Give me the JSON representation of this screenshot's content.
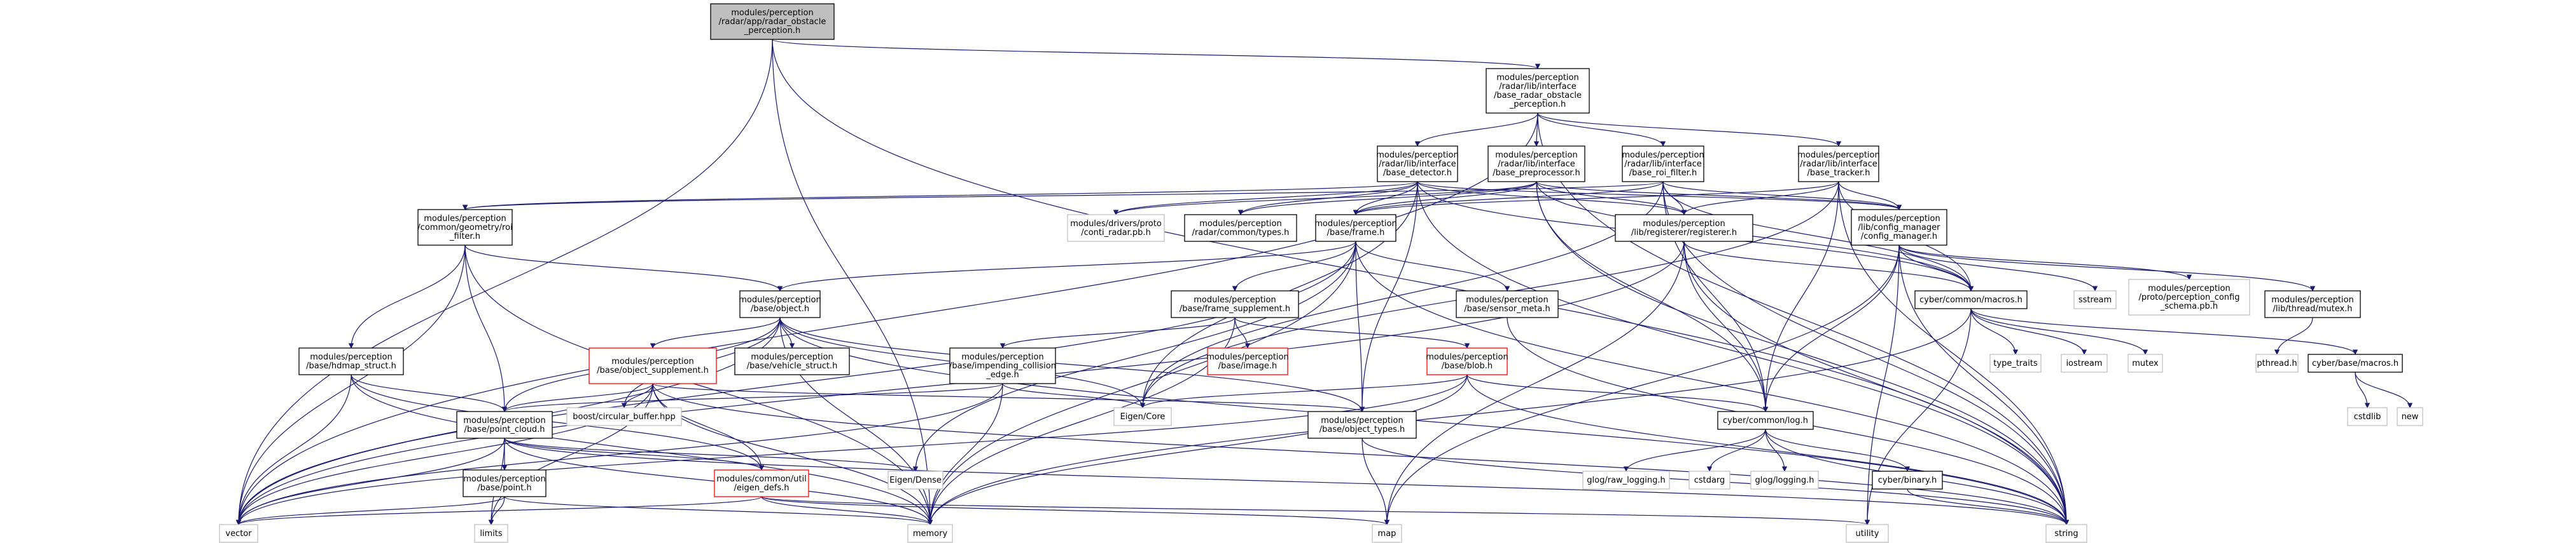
{
  "nodes": [
    {
      "id": "root",
      "lines": [
        "modules/perception",
        "/radar/app/radar_obstacle",
        "_perception.h"
      ],
      "style": "root"
    },
    {
      "id": "base_radar",
      "lines": [
        "modules/perception",
        "/radar/lib/interface",
        "/base_radar_obstacle",
        "_perception.h"
      ],
      "style": "normal"
    },
    {
      "id": "base_detector",
      "lines": [
        "modules/perception",
        "/radar/lib/interface",
        "/base_detector.h"
      ],
      "style": "normal"
    },
    {
      "id": "base_preprocessor",
      "lines": [
        "modules/perception",
        "/radar/lib/interface",
        "/base_preprocessor.h"
      ],
      "style": "normal"
    },
    {
      "id": "base_roi_filter",
      "lines": [
        "modules/perception",
        "/radar/lib/interface",
        "/base_roi_filter.h"
      ],
      "style": "normal"
    },
    {
      "id": "base_tracker",
      "lines": [
        "modules/perception",
        "/radar/lib/interface",
        "/base_tracker.h"
      ],
      "style": "normal"
    },
    {
      "id": "roi_filter",
      "lines": [
        "modules/perception",
        "/common/geometry/roi",
        "_filter.h"
      ],
      "style": "normal"
    },
    {
      "id": "conti_radar",
      "lines": [
        "modules/drivers/proto",
        "/conti_radar.pb.h"
      ],
      "style": "gray"
    },
    {
      "id": "radar_types",
      "lines": [
        "modules/perception",
        "/radar/common/types.h"
      ],
      "style": "normal"
    },
    {
      "id": "frame",
      "lines": [
        "modules/perception",
        "/base/frame.h"
      ],
      "style": "normal"
    },
    {
      "id": "registerer",
      "lines": [
        "modules/perception",
        "/lib/registerer/registerer.h"
      ],
      "style": "normal"
    },
    {
      "id": "config_manager",
      "lines": [
        "modules/perception",
        "/lib/config_manager",
        "/config_manager.h"
      ],
      "style": "normal"
    },
    {
      "id": "object",
      "lines": [
        "modules/perception",
        "/base/object.h"
      ],
      "style": "normal"
    },
    {
      "id": "frame_supplement",
      "lines": [
        "modules/perception",
        "/base/frame_supplement.h"
      ],
      "style": "normal"
    },
    {
      "id": "sensor_meta",
      "lines": [
        "modules/perception",
        "/base/sensor_meta.h"
      ],
      "style": "normal"
    },
    {
      "id": "cyber_macros",
      "lines": [
        "cyber/common/macros.h"
      ],
      "style": "normal"
    },
    {
      "id": "sstream",
      "lines": [
        "sstream"
      ],
      "style": "gray"
    },
    {
      "id": "perception_config_schema",
      "lines": [
        "modules/perception",
        "/proto/perception_config",
        "_schema.pb.h"
      ],
      "style": "gray"
    },
    {
      "id": "thread_mutex",
      "lines": [
        "modules/perception",
        "/lib/thread/mutex.h"
      ],
      "style": "normal"
    },
    {
      "id": "hdmap_struct",
      "lines": [
        "modules/perception",
        "/base/hdmap_struct.h"
      ],
      "style": "normal"
    },
    {
      "id": "object_supplement",
      "lines": [
        "modules/perception",
        "/base/object_supplement.h"
      ],
      "style": "red"
    },
    {
      "id": "vehicle_struct",
      "lines": [
        "modules/perception",
        "/base/vehicle_struct.h"
      ],
      "style": "normal"
    },
    {
      "id": "impending_collision",
      "lines": [
        "modules/perception",
        "/base/impending_collision",
        "_edge.h"
      ],
      "style": "normal"
    },
    {
      "id": "base_image",
      "lines": [
        "modules/perception",
        "/base/image.h"
      ],
      "style": "red"
    },
    {
      "id": "blob",
      "lines": [
        "modules/perception",
        "/base/blob.h"
      ],
      "style": "red"
    },
    {
      "id": "type_traits",
      "lines": [
        "type_traits"
      ],
      "style": "gray"
    },
    {
      "id": "iostream",
      "lines": [
        "iostream"
      ],
      "style": "gray"
    },
    {
      "id": "mutex",
      "lines": [
        "mutex"
      ],
      "style": "gray"
    },
    {
      "id": "cyber_base_macros",
      "lines": [
        "cyber/base/macros.h"
      ],
      "style": "normal"
    },
    {
      "id": "pthread",
      "lines": [
        "pthread.h"
      ],
      "style": "gray"
    },
    {
      "id": "cstdlib",
      "lines": [
        "cstdlib"
      ],
      "style": "gray"
    },
    {
      "id": "new",
      "lines": [
        "new"
      ],
      "style": "gray"
    },
    {
      "id": "boost_cb",
      "lines": [
        "boost/circular_buffer.hpp"
      ],
      "style": "gray"
    },
    {
      "id": "eigen_core",
      "lines": [
        "Eigen/Core"
      ],
      "style": "gray"
    },
    {
      "id": "point_cloud",
      "lines": [
        "modules/perception",
        "/base/point_cloud.h"
      ],
      "style": "normal"
    },
    {
      "id": "object_types",
      "lines": [
        "modules/perception",
        "/base/object_types.h"
      ],
      "style": "normal"
    },
    {
      "id": "cyber_log",
      "lines": [
        "cyber/common/log.h"
      ],
      "style": "normal"
    },
    {
      "id": "eigen_dense",
      "lines": [
        "Eigen/Dense"
      ],
      "style": "gray"
    },
    {
      "id": "base_point",
      "lines": [
        "modules/perception",
        "/base/point.h"
      ],
      "style": "normal"
    },
    {
      "id": "eigen_defs",
      "lines": [
        "modules/common/util",
        "/eigen_defs.h"
      ],
      "style": "red"
    },
    {
      "id": "glog_raw",
      "lines": [
        "glog/raw_logging.h"
      ],
      "style": "gray"
    },
    {
      "id": "cstdarg",
      "lines": [
        "cstdarg"
      ],
      "style": "gray"
    },
    {
      "id": "glog",
      "lines": [
        "glog/logging.h"
      ],
      "style": "gray"
    },
    {
      "id": "cyber_binary",
      "lines": [
        "cyber/binary.h"
      ],
      "style": "normal"
    },
    {
      "id": "vector",
      "lines": [
        "vector"
      ],
      "style": "gray"
    },
    {
      "id": "limits",
      "lines": [
        "limits"
      ],
      "style": "gray"
    },
    {
      "id": "memory",
      "lines": [
        "memory"
      ],
      "style": "gray"
    },
    {
      "id": "map",
      "lines": [
        "map"
      ],
      "style": "gray"
    },
    {
      "id": "utility",
      "lines": [
        "utility"
      ],
      "style": "gray"
    },
    {
      "id": "string",
      "lines": [
        "string"
      ],
      "style": "gray"
    }
  ],
  "edges": [
    [
      "root",
      "base_radar"
    ],
    [
      "root",
      "vector"
    ],
    [
      "root",
      "memory"
    ],
    [
      "root",
      "string"
    ],
    [
      "base_radar",
      "base_detector"
    ],
    [
      "base_radar",
      "base_preprocessor"
    ],
    [
      "base_radar",
      "base_roi_filter"
    ],
    [
      "base_radar",
      "base_tracker"
    ],
    [
      "base_radar",
      "vector"
    ],
    [
      "base_radar",
      "string"
    ],
    [
      "base_detector",
      "roi_filter"
    ],
    [
      "base_detector",
      "conti_radar"
    ],
    [
      "base_detector",
      "radar_types"
    ],
    [
      "base_detector",
      "frame"
    ],
    [
      "base_detector",
      "registerer"
    ],
    [
      "base_detector",
      "config_manager"
    ],
    [
      "base_detector",
      "cyber_macros"
    ],
    [
      "base_detector",
      "eigen_core"
    ],
    [
      "base_detector",
      "object_types"
    ],
    [
      "base_detector",
      "string"
    ],
    [
      "base_preprocessor",
      "conti_radar"
    ],
    [
      "base_preprocessor",
      "radar_types"
    ],
    [
      "base_preprocessor",
      "frame"
    ],
    [
      "base_preprocessor",
      "registerer"
    ],
    [
      "base_preprocessor",
      "config_manager"
    ],
    [
      "base_preprocessor",
      "cyber_macros"
    ],
    [
      "base_preprocessor",
      "cyber_log"
    ],
    [
      "base_preprocessor",
      "string"
    ],
    [
      "base_roi_filter",
      "roi_filter"
    ],
    [
      "base_roi_filter",
      "frame"
    ],
    [
      "base_roi_filter",
      "registerer"
    ],
    [
      "base_roi_filter",
      "config_manager"
    ],
    [
      "base_roi_filter",
      "cyber_macros"
    ],
    [
      "base_roi_filter",
      "cyber_log"
    ],
    [
      "base_roi_filter",
      "eigen_core"
    ],
    [
      "base_roi_filter",
      "string"
    ],
    [
      "base_tracker",
      "frame"
    ],
    [
      "base_tracker",
      "registerer"
    ],
    [
      "base_tracker",
      "config_manager"
    ],
    [
      "base_tracker",
      "cyber_macros"
    ],
    [
      "base_tracker",
      "cyber_log"
    ],
    [
      "base_tracker",
      "eigen_core"
    ],
    [
      "base_tracker",
      "string"
    ],
    [
      "roi_filter",
      "object"
    ],
    [
      "roi_filter",
      "hdmap_struct"
    ],
    [
      "roi_filter",
      "point_cloud"
    ],
    [
      "roi_filter",
      "vector"
    ],
    [
      "roi_filter",
      "memory"
    ],
    [
      "frame",
      "object"
    ],
    [
      "frame",
      "frame_supplement"
    ],
    [
      "frame",
      "sensor_meta"
    ],
    [
      "frame",
      "eigen_dense"
    ],
    [
      "frame",
      "object_types"
    ],
    [
      "frame",
      "vector"
    ],
    [
      "frame",
      "memory"
    ],
    [
      "frame",
      "string"
    ],
    [
      "registerer",
      "cyber_macros"
    ],
    [
      "registerer",
      "cyber_log"
    ],
    [
      "registerer",
      "map"
    ],
    [
      "registerer",
      "vector"
    ],
    [
      "registerer",
      "string"
    ],
    [
      "config_manager",
      "cyber_macros"
    ],
    [
      "config_manager",
      "sstream"
    ],
    [
      "config_manager",
      "perception_config_schema"
    ],
    [
      "config_manager",
      "thread_mutex"
    ],
    [
      "config_manager",
      "cyber_log"
    ],
    [
      "config_manager",
      "map"
    ],
    [
      "config_manager",
      "utility"
    ],
    [
      "config_manager",
      "string"
    ],
    [
      "object",
      "object_supplement"
    ],
    [
      "object",
      "vehicle_struct"
    ],
    [
      "object",
      "point_cloud"
    ],
    [
      "object",
      "eigen_core"
    ],
    [
      "object",
      "object_types"
    ],
    [
      "object",
      "boost_cb"
    ],
    [
      "object",
      "vector"
    ],
    [
      "object",
      "memory"
    ],
    [
      "object",
      "string"
    ],
    [
      "frame_supplement",
      "impending_collision"
    ],
    [
      "frame_supplement",
      "base_image"
    ],
    [
      "frame_supplement",
      "blob"
    ],
    [
      "frame_supplement",
      "memory"
    ],
    [
      "sensor_meta",
      "string"
    ],
    [
      "cyber_macros",
      "type_traits"
    ],
    [
      "cyber_macros",
      "iostream"
    ],
    [
      "cyber_macros",
      "mutex"
    ],
    [
      "cyber_macros",
      "cyber_base_macros"
    ],
    [
      "cyber_macros",
      "memory"
    ],
    [
      "cyber_macros",
      "utility"
    ],
    [
      "thread_mutex",
      "pthread"
    ],
    [
      "hdmap_struct",
      "point_cloud"
    ],
    [
      "hdmap_struct",
      "eigen_defs"
    ],
    [
      "hdmap_struct",
      "vector"
    ],
    [
      "hdmap_struct",
      "memory"
    ],
    [
      "object_supplement",
      "point_cloud"
    ],
    [
      "object_supplement",
      "object_types"
    ],
    [
      "object_supplement",
      "boost_cb"
    ],
    [
      "object_supplement",
      "eigen_defs"
    ],
    [
      "object_supplement",
      "vector"
    ],
    [
      "object_supplement",
      "limits"
    ],
    [
      "object_supplement",
      "memory"
    ],
    [
      "object_supplement",
      "string"
    ],
    [
      "impending_collision",
      "point_cloud"
    ],
    [
      "impending_collision",
      "eigen_core"
    ],
    [
      "impending_collision",
      "vector"
    ],
    [
      "impending_collision",
      "memory"
    ],
    [
      "blob",
      "cyber_log"
    ],
    [
      "blob",
      "eigen_core"
    ],
    [
      "blob",
      "memory"
    ],
    [
      "blob",
      "vector"
    ],
    [
      "blob",
      "string"
    ],
    [
      "cyber_base_macros",
      "cstdlib"
    ],
    [
      "cyber_base_macros",
      "new"
    ],
    [
      "point_cloud",
      "base_point"
    ],
    [
      "point_cloud",
      "eigen_defs"
    ],
    [
      "point_cloud",
      "vector"
    ],
    [
      "point_cloud",
      "limits"
    ],
    [
      "point_cloud",
      "memory"
    ],
    [
      "point_cloud",
      "string"
    ],
    [
      "point_cloud",
      "eigen_dense"
    ],
    [
      "object_types",
      "map"
    ],
    [
      "object_types",
      "string"
    ],
    [
      "cyber_log",
      "glog_raw"
    ],
    [
      "cyber_log",
      "cstdarg"
    ],
    [
      "cyber_log",
      "glog"
    ],
    [
      "cyber_log",
      "cyber_binary"
    ],
    [
      "cyber_log",
      "string"
    ],
    [
      "base_point",
      "vector"
    ],
    [
      "base_point",
      "limits"
    ],
    [
      "base_point",
      "memory"
    ],
    [
      "eigen_defs",
      "map"
    ],
    [
      "eigen_defs",
      "vector"
    ],
    [
      "eigen_defs",
      "utility"
    ],
    [
      "eigen_defs",
      "memory"
    ],
    [
      "cyber_binary",
      "string"
    ]
  ]
}
